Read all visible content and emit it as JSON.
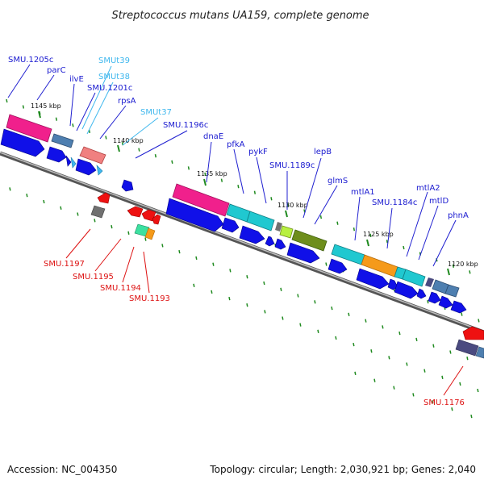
{
  "title": "Streptococcus mutans UA159, complete genome",
  "footer": {
    "accession": "Accession: NC_004350",
    "summary": "Topology: circular; Length: 2,030,921 bp; Genes: 2,040"
  },
  "colors": {
    "forward_label": "#1a1ad0",
    "forward_leader": "#2020d0",
    "trna_label": "#40b8ee",
    "reverse_label": "#dd1111",
    "axis": "#8a8a8a",
    "tick": "#1f8a1f",
    "gene_blue": "#1010e8",
    "pink": "#f0208c",
    "cyan": "#20c8d0",
    "olive": "#6e8e1c",
    "orange": "#f59a1a",
    "lime": "#b8f040",
    "steel": "#4e7fb0",
    "salmon": "#f08080",
    "red": "#ee1111",
    "grey": "#707070",
    "navy": "#4a4a80"
  },
  "kbp_labels": [
    "1145 kbp",
    "1140 kbp",
    "1135 kbp",
    "1130 kbp",
    "1125 kbp",
    "1120 kbp"
  ],
  "forward_labels": [
    "SMU.1205c",
    "parC",
    "ilvE",
    "SMU.1201c",
    "rpsA",
    "SMU.1196c",
    "dnaE",
    "pfkA",
    "pykF",
    "SMU.1189c",
    "lepB",
    "glmS",
    "mtlA1",
    "SMU.1184c",
    "mtlA2",
    "mtlD",
    "phnA"
  ],
  "trna_labels": [
    "SMUt39",
    "SMUt38",
    "SMUt37"
  ],
  "reverse_labels": [
    "SMU.1197",
    "SMU.1195",
    "SMU.1194",
    "SMU.1193",
    "SMU.1176"
  ]
}
